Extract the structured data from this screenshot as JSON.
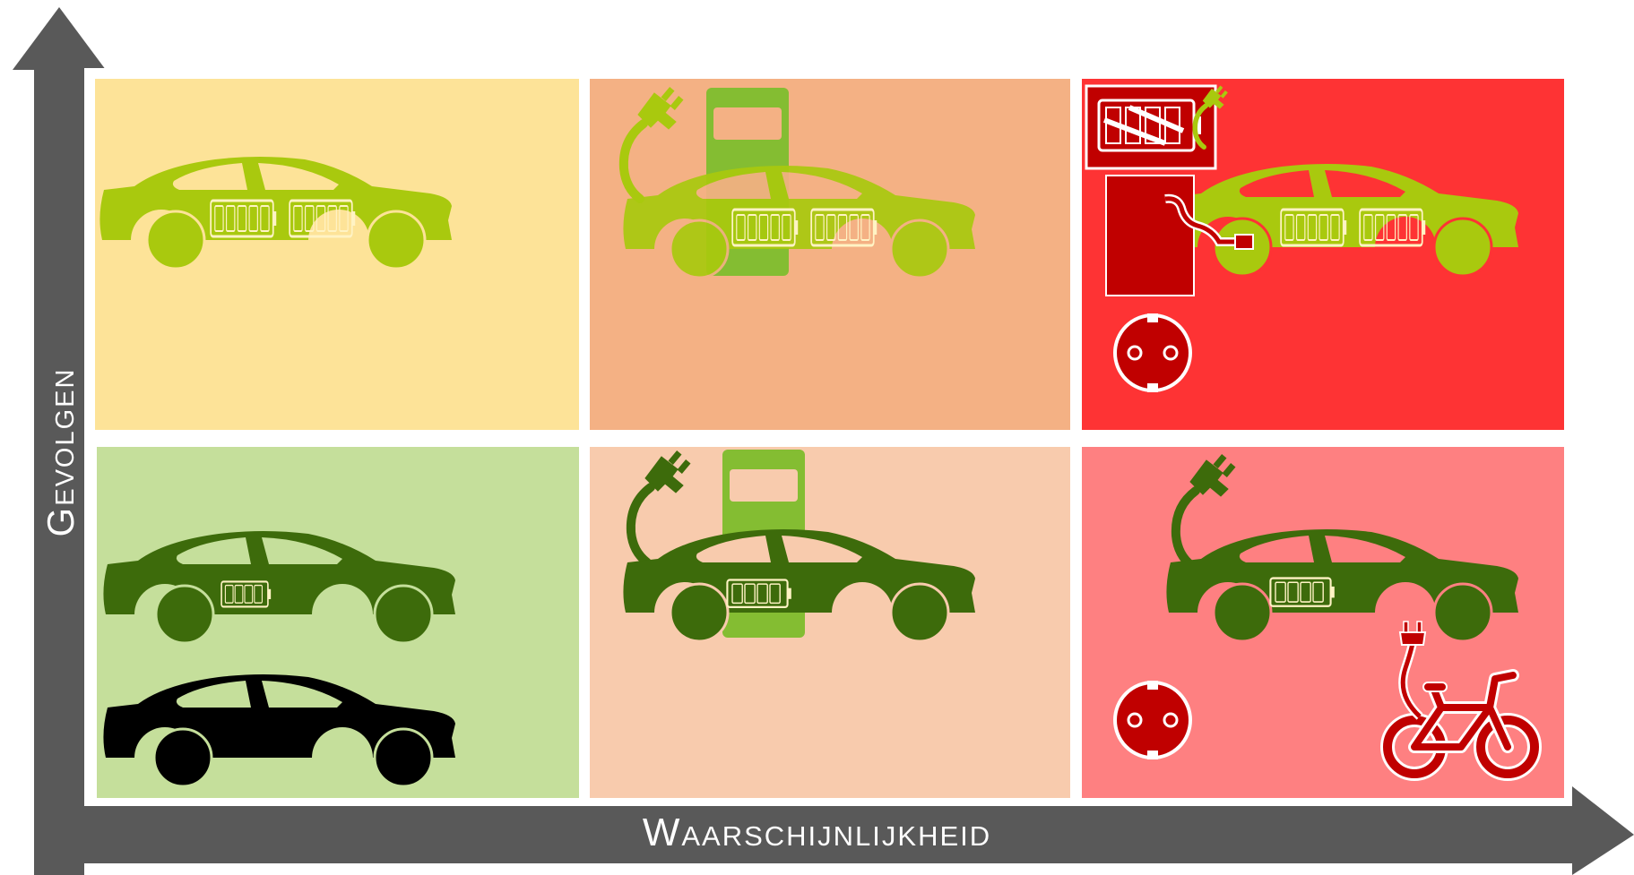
{
  "axes": {
    "x_label": "Waarschijnlijkheid",
    "y_label": "Gevolgen"
  },
  "colors": {
    "axis": "#595959",
    "cell_top_left": "#fde398",
    "cell_top_mid": "#f4b184",
    "cell_top_right": "#fe3334",
    "cell_bottom_left": "#c5df9b",
    "cell_bottom_mid": "#f8cbad",
    "cell_bottom_right": "#fe8081",
    "light_green": "#a9c90e",
    "dark_green": "#3d6b0b",
    "charger_green": "#84bd32",
    "dark_red": "#c00000",
    "black": "#000000"
  },
  "cells": [
    {
      "row": "top",
      "col": "left",
      "icons": [
        "electric-car-icon",
        "battery-icon"
      ]
    },
    {
      "row": "top",
      "col": "middle",
      "icons": [
        "charging-station-icon",
        "plug-icon",
        "electric-car-icon",
        "battery-icon"
      ]
    },
    {
      "row": "top",
      "col": "right",
      "icons": [
        "broken-battery-icon",
        "charging-station-icon",
        "plug-icon",
        "electric-car-icon",
        "battery-icon",
        "socket-icon"
      ]
    },
    {
      "row": "bottom",
      "col": "left",
      "icons": [
        "electric-car-icon",
        "battery-icon",
        "car-icon"
      ]
    },
    {
      "row": "bottom",
      "col": "middle",
      "icons": [
        "charging-station-icon",
        "plug-icon",
        "electric-car-icon",
        "battery-icon"
      ]
    },
    {
      "row": "bottom",
      "col": "right",
      "icons": [
        "plug-icon",
        "electric-car-icon",
        "battery-icon",
        "socket-icon",
        "e-bike-icon"
      ]
    }
  ]
}
